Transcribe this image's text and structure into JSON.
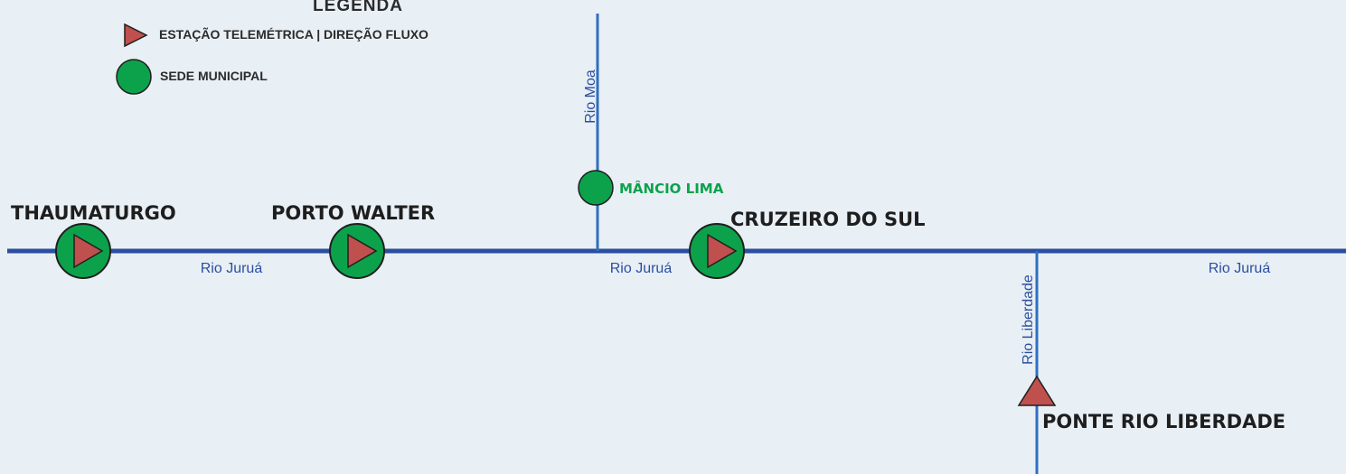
{
  "legend": {
    "title": "LEGENDA",
    "station_label": "ESTAÇÃO TELEMÉTRICA | DIREÇÃO FLUXO",
    "seat_label": "SEDE MUNICIPAL"
  },
  "rivers": {
    "main": "Rio Juruá",
    "moa": "Rio Moa",
    "liberdade": "Rio Liberdade"
  },
  "stations": [
    {
      "name": "THAUMATURGO"
    },
    {
      "name": "PORTO WALTER"
    },
    {
      "name": "CRUZEIRO DO SUL"
    },
    {
      "name": "PONTE RIO LIBERDADE"
    }
  ],
  "municipal_seats": [
    {
      "name": "MÂNCIO LIMA"
    }
  ],
  "colors": {
    "background": "#e8eff5",
    "river": "#2a4fa0",
    "tributary": "#2f6fbf",
    "seat_fill": "#0ca24c",
    "station_fill": "#c0504d",
    "outline": "#1f1f1f"
  }
}
